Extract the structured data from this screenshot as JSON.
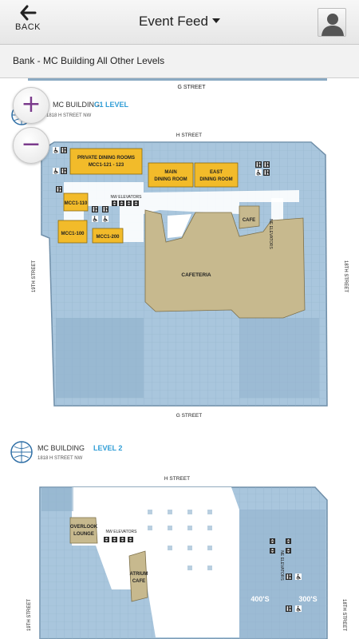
{
  "header": {
    "back_label": "BACK",
    "title": "Event Feed"
  },
  "subheader": {
    "location": "Bank - MC Building All Other Levels"
  },
  "zoom": {
    "zoom_in": "+",
    "zoom_out": "−"
  },
  "map": {
    "top_street": "G STREET",
    "c1": {
      "building": "MC BUILDING",
      "level": "C1 LEVEL",
      "address": "1818 H STREET NW",
      "north_street": "H STREET",
      "south_street": "G STREET",
      "west_street": "19TH STREET",
      "east_street": "18TH STREET",
      "rooms": {
        "private_dining_1": "PRIVATE DINING ROOMS",
        "private_dining_2": "MCC1-121 - 123",
        "main_dining_1": "MAIN",
        "main_dining_2": "DINING ROOM",
        "east_dining_1": "EAST",
        "east_dining_2": "DINING ROOM",
        "mcc1_110": "MCC1-110",
        "mcc1_100": "MCC1-100",
        "mcc1_200": "MCC1-200",
        "cafe": "CAFE",
        "cafeteria": "CAFETERIA",
        "nw_elevators": "NW ELEVATORS",
        "ne_elevators": "NE ELEVATORS"
      }
    },
    "l2": {
      "building": "MC BUILDING",
      "level": "LEVEL 2",
      "address": "1818 H STREET NW",
      "north_street": "H STREET",
      "west_street": "19TH STREET",
      "east_street": "18TH STREET",
      "rooms": {
        "overlook_1": "OVERLOOK",
        "overlook_2": "LOUNGE",
        "atrium_1": "ATRIUM",
        "atrium_2": "CAFE",
        "nw_elevators": "NW ELEVATORS",
        "ne_elevators": "NE ELEVATORS",
        "block_400": "400'S",
        "block_300": "300'S"
      }
    }
  },
  "colors": {
    "floor": "#a9c6dd",
    "floor_dark": "#8fb0cb",
    "room_yellow": "#f2bb2a",
    "room_tan": "#c7b98e",
    "level_accent": "#2f9dd6"
  },
  "icons": {
    "back": "arrow-left-icon",
    "avatar": "user-avatar-icon",
    "globe": "globe-icon",
    "restroom": "restroom-icon",
    "accessible": "wheelchair-icon",
    "elevator": "elevator-icon"
  }
}
